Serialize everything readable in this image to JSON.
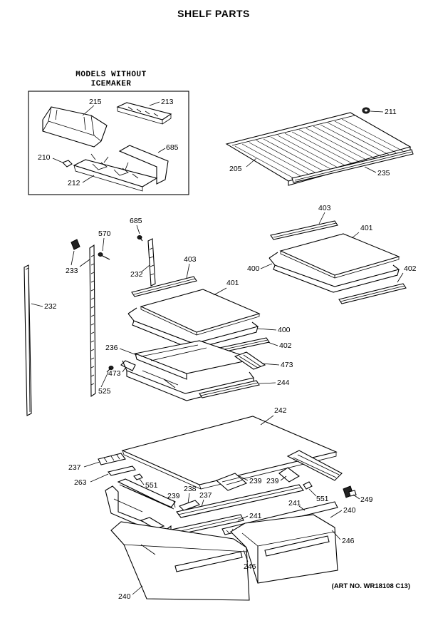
{
  "title": "SHELF PARTS",
  "inset": {
    "label_line1": "MODELS WITHOUT",
    "label_line2": "ICEMAKER"
  },
  "art_number": "(ART NO. WR18108 C13)",
  "callouts": {
    "c215": "215",
    "c213": "213",
    "c210": "210",
    "c685a": "685",
    "c212": "212",
    "c211": "211",
    "c205": "205",
    "c235": "235",
    "c403a": "403",
    "c401a": "401",
    "c400a": "400",
    "c402a": "402",
    "c685b": "685",
    "c570": "570",
    "c233": "233",
    "c232a": "232",
    "c403b": "403",
    "c232b": "232",
    "c401b": "401",
    "c400b": "400",
    "c402b": "402",
    "c236": "236",
    "c473a": "473",
    "c473b": "473",
    "c525": "525",
    "c244": "244",
    "c242": "242",
    "c237a": "237",
    "c263": "263",
    "c239a": "239",
    "c239b": "239",
    "c551a": "551",
    "c238": "238",
    "c237b": "237",
    "c239c": "239",
    "c551b": "551",
    "c249": "249",
    "c241a": "241",
    "c241b": "241",
    "c240a": "240",
    "c246a": "246",
    "c246b": "246",
    "c240b": "240"
  }
}
